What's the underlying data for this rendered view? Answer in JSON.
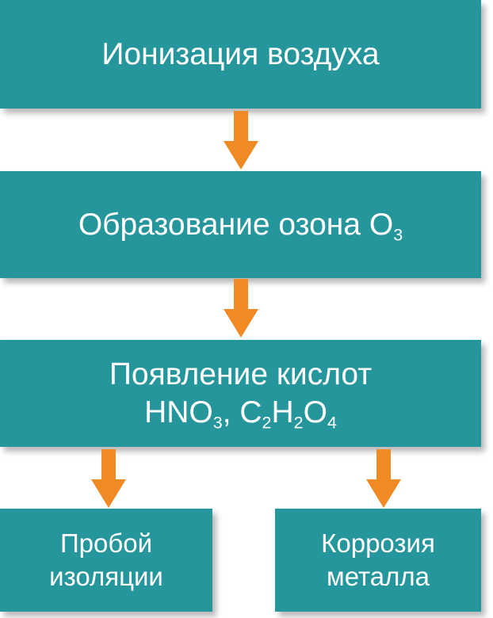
{
  "colors": {
    "box": "#26969d",
    "text": "#ffffff",
    "arrow": "#f08a24"
  },
  "nodes": {
    "ionization": "Ионизация воздуха",
    "ozone": {
      "text": "Образование озона O",
      "sub": "3"
    },
    "acids": {
      "line1": "Появление кислот",
      "hno_h": "HNO",
      "hno_sub": "3",
      "sep": ", C",
      "c_sub": "2",
      "h": "H",
      "h_sub": "2",
      "o": "O",
      "o_sub": "4"
    },
    "breakdown": {
      "line1": "Пробой",
      "line2": "изоляции"
    },
    "corrosion": {
      "line1": "Коррозия",
      "line2": "металла"
    }
  }
}
